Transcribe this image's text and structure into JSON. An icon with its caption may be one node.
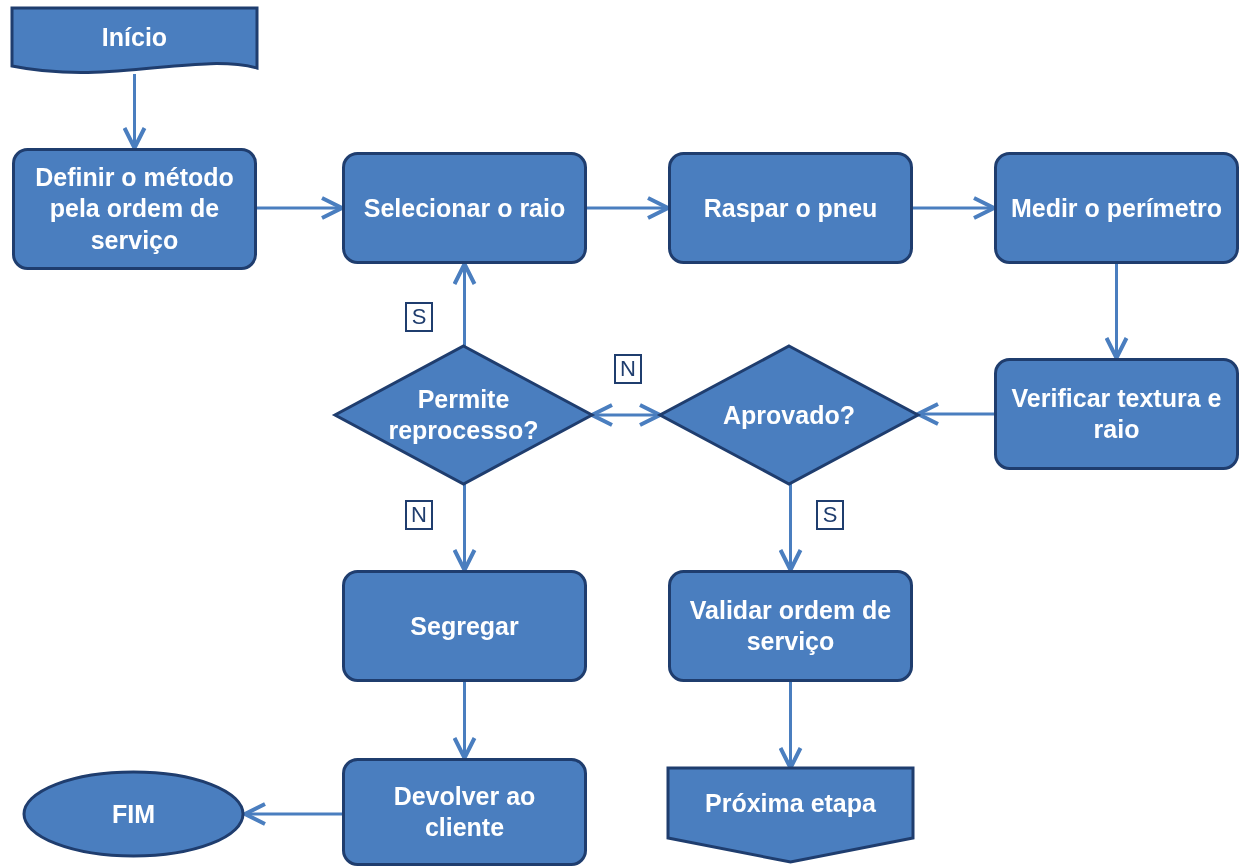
{
  "diagram": {
    "nodes": [
      {
        "text": [
          "Início"
        ]
      },
      {
        "text": [
          "Definir o método pela ordem de serviço"
        ]
      },
      {
        "text": [
          "Selecionar o raio"
        ]
      },
      {
        "text": [
          "Raspar o pneu"
        ]
      },
      {
        "text": [
          "Medir o perímetro"
        ]
      },
      {
        "text": [
          "Permite reprocesso?"
        ]
      },
      {
        "text": [
          "Aprovado?"
        ]
      },
      {
        "text": [
          "Verificar textura e raio"
        ]
      },
      {
        "text": [
          "Segregar"
        ]
      },
      {
        "text": [
          "Validar ordem de serviço"
        ]
      },
      {
        "text": [
          "FIM"
        ]
      },
      {
        "text": [
          "Devolver ao cliente"
        ]
      },
      {
        "text": [
          "Próxima etapa"
        ]
      }
    ],
    "edges": [
      {
        "from": 0,
        "to": 1,
        "arrow": "to"
      },
      {
        "from": 1,
        "to": 2,
        "arrow": "to"
      },
      {
        "from": 2,
        "to": 3,
        "arrow": "to"
      },
      {
        "from": 3,
        "to": 4,
        "arrow": "to"
      },
      {
        "from": 4,
        "to": 7,
        "arrow": "to"
      },
      {
        "from": 7,
        "to": 6,
        "arrow": "to"
      },
      {
        "from": 6,
        "to": 5,
        "arrow": "both",
        "label": "N"
      },
      {
        "from": 5,
        "to": 2,
        "arrow": "to",
        "label": "S"
      },
      {
        "from": 5,
        "to": 8,
        "arrow": "to",
        "label": "N"
      },
      {
        "from": 6,
        "to": 9,
        "arrow": "to",
        "label": "S"
      },
      {
        "from": 8,
        "to": 11,
        "arrow": "to"
      },
      {
        "from": 9,
        "to": 12,
        "arrow": "to"
      },
      {
        "from": 11,
        "to": 10,
        "arrow": "to"
      }
    ]
  }
}
